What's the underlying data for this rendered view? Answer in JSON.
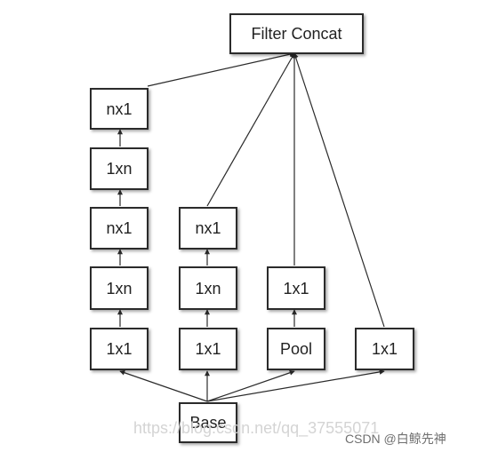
{
  "diagram": {
    "nodes": {
      "filter_concat": "Filter Concat",
      "b1_r5": "nx1",
      "b1_r4": "1xn",
      "b1_r3": "nx1",
      "b1_r2": "1xn",
      "b1_r1": "1x1",
      "b2_r3": "nx1",
      "b2_r2": "1xn",
      "b2_r1": "1x1",
      "b3_r2": "1x1",
      "b3_r1": "Pool",
      "b4_r1": "1x1",
      "base": "Base"
    }
  },
  "watermark": {
    "url_text": "https://blog.csdn.net/qq_37555071",
    "credit_text": "CSDN @白鲸先神"
  },
  "colors": {
    "stroke": "#2b2b2b",
    "text": "#222222",
    "watermark_url": "#d4d4d4",
    "watermark_credit": "#6f6f6f"
  }
}
